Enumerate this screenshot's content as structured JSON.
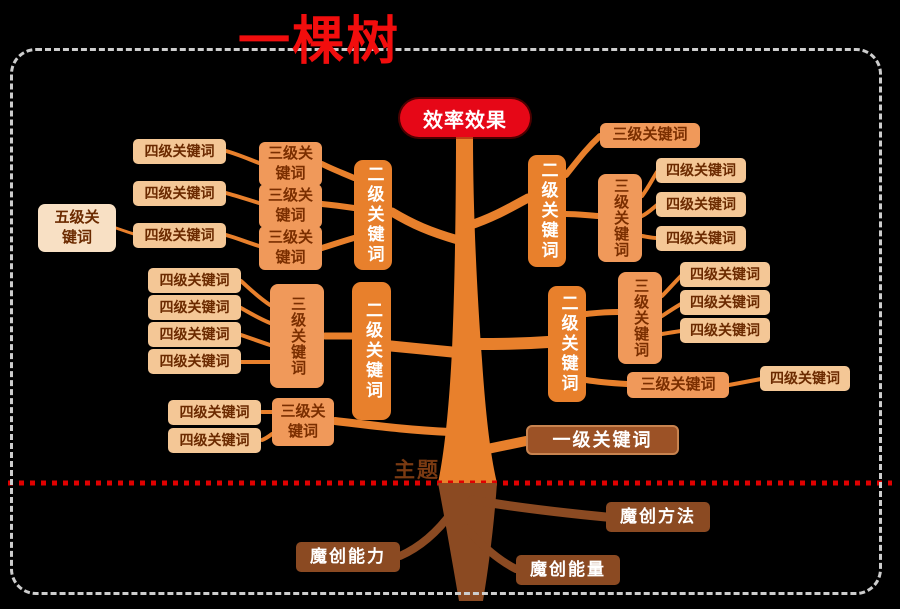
{
  "title": "一棵树",
  "colors": {
    "background": "#000000",
    "frame": "#cdcdcd",
    "title": "#f20d0d",
    "pill_bg": "#e60717",
    "pill_text": "#ffffff",
    "branch": "#e8802c",
    "level2_bg": "#e8802c",
    "level2_text": "#ffffff",
    "level3_bg": "#f0995a",
    "level3_text": "#7a2e00",
    "level4_bg": "#f4c796",
    "level4_text": "#6b2a00",
    "level5_bg": "#f8e0c4",
    "level1_bg": "#9c5226",
    "level1_text": "#ffffff",
    "root_bg": "#8b4a22",
    "root_text": "#ffffff",
    "ground_line": "#e00000",
    "theme_text": "#7a3a12"
  },
  "tree": {
    "root": "效率效果",
    "theme_label": "主题",
    "level1": "一级关键词",
    "branches": {
      "left_top": {
        "l2": "二级关键词",
        "l3": [
          "三级关键词",
          "三级关键词",
          "三级关键词"
        ],
        "l4": [
          "四级关键词",
          "四级关键词",
          "四级关键词"
        ],
        "l5": "五级关键词"
      },
      "left_middle": {
        "l2": "二级关键词",
        "l3": "三级关键词",
        "l4": [
          "四级关键词",
          "四级关键词",
          "四级关键词",
          "四级关键词"
        ]
      },
      "left_bottom": {
        "l3": "三级关键词",
        "l4": [
          "四级关键词",
          "四级关键词"
        ]
      },
      "right_top": {
        "l2": "二级关键词",
        "l3_top": "三级关键词",
        "l3": "三级关键词",
        "l4": [
          "四级关键词",
          "四级关键词",
          "四级关键词"
        ]
      },
      "right_middle": {
        "l2": "二级关键词",
        "l3": "三级关键词",
        "l3_bottom": "三级关键词",
        "l4": [
          "四级关键词",
          "四级关键词",
          "四级关键词"
        ],
        "l4_far": "四级关键词"
      }
    },
    "roots": [
      "魔创方法",
      "魔创能力",
      "魔创能量"
    ]
  }
}
